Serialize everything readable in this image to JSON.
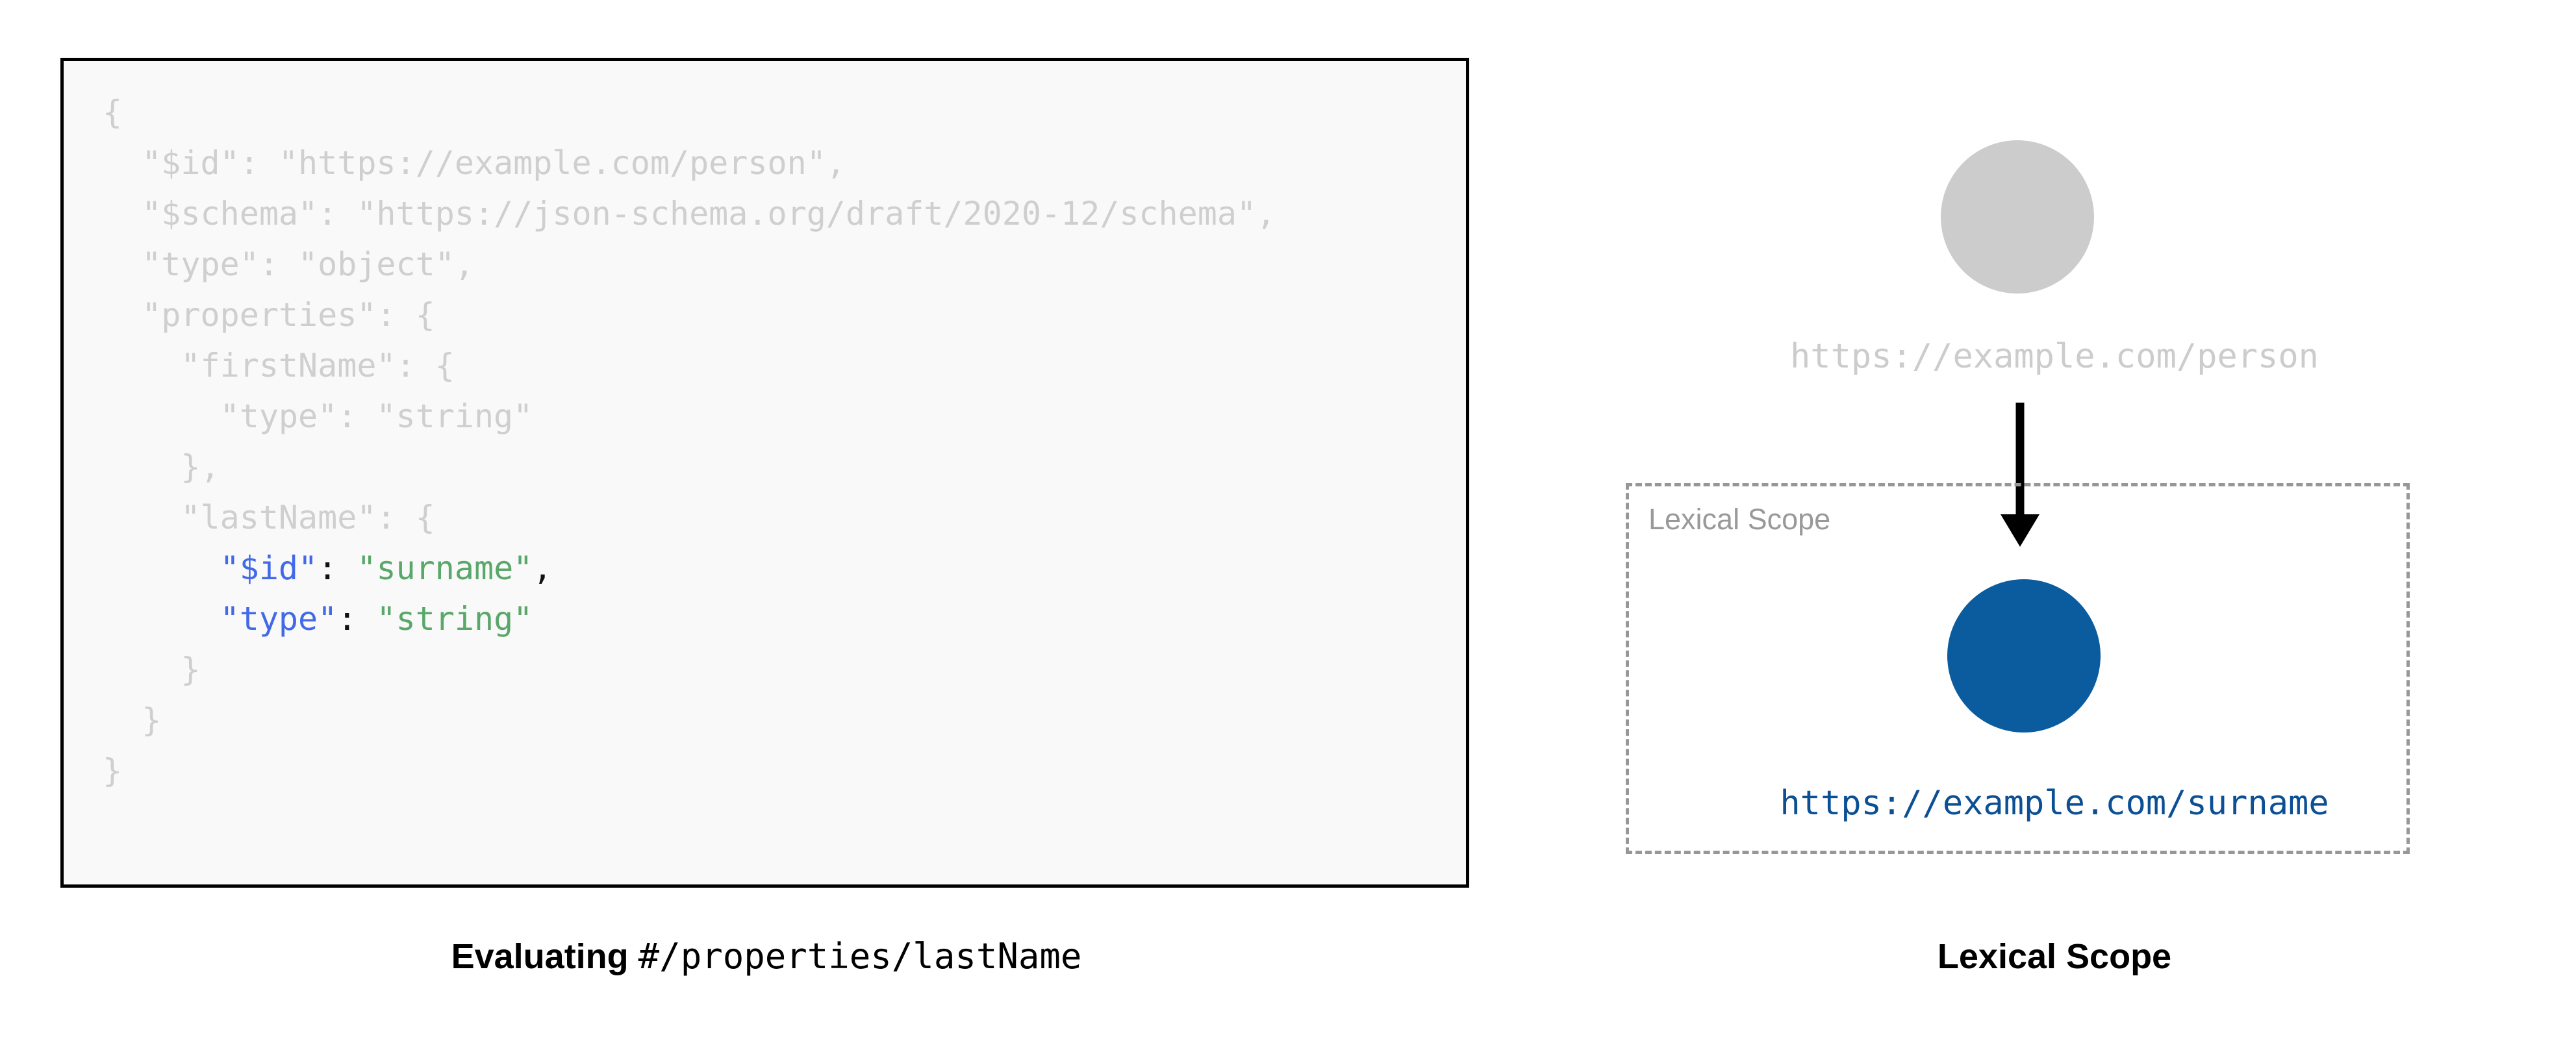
{
  "figure": {
    "left": {
      "caption_bold": "Evaluating",
      "caption_mono": "#/properties/lastName",
      "code_block": {
        "background_color": "#f9f9f9",
        "border_color": "#000000",
        "dim_color": "#cfcfcf",
        "key_color": "#4169e8",
        "string_color": "#5aa76a",
        "punct_color": "#111111",
        "lines": [
          {
            "text": "{",
            "state": "dim"
          },
          {
            "text": "  \"$id\": \"https://example.com/person\",",
            "state": "dim"
          },
          {
            "text": "  \"$schema\": \"https://json-schema.org/draft/2020-12/schema\",",
            "state": "dim"
          },
          {
            "text": "  \"type\": \"object\",",
            "state": "dim"
          },
          {
            "text": "  \"properties\": {",
            "state": "dim"
          },
          {
            "text": "    \"firstName\": {",
            "state": "dim"
          },
          {
            "text": "      \"type\": \"string\"",
            "state": "dim"
          },
          {
            "text": "    },",
            "state": "dim"
          },
          {
            "text": "    \"lastName\": {",
            "state": "dim"
          },
          {
            "state": "hl",
            "indent": "      ",
            "parts": [
              {
                "t": "\"$id\"",
                "c": "key"
              },
              {
                "t": ": ",
                "c": "punct"
              },
              {
                "t": "\"surname\"",
                "c": "str"
              },
              {
                "t": ",",
                "c": "punct"
              }
            ]
          },
          {
            "state": "hl",
            "indent": "      ",
            "parts": [
              {
                "t": "\"type\"",
                "c": "key"
              },
              {
                "t": ": ",
                "c": "punct"
              },
              {
                "t": "\"string\"",
                "c": "str"
              }
            ]
          },
          {
            "text": "    }",
            "state": "dim"
          },
          {
            "text": "  }",
            "state": "dim"
          },
          {
            "text": "}",
            "state": "dim"
          }
        ]
      }
    },
    "right": {
      "caption": "Lexical Scope",
      "root_node": {
        "label": "https://example.com/person",
        "color": "#cccccc",
        "label_color": "#cccccc"
      },
      "scope_box": {
        "label": "Lexical Scope",
        "border_color": "#979797",
        "label_color": "#999999"
      },
      "child_node": {
        "label": "https://example.com/surname",
        "color": "#0b5c9e",
        "label_color": "#0b4f94"
      },
      "edge": {
        "color": "#000000",
        "direction": "down"
      }
    }
  }
}
